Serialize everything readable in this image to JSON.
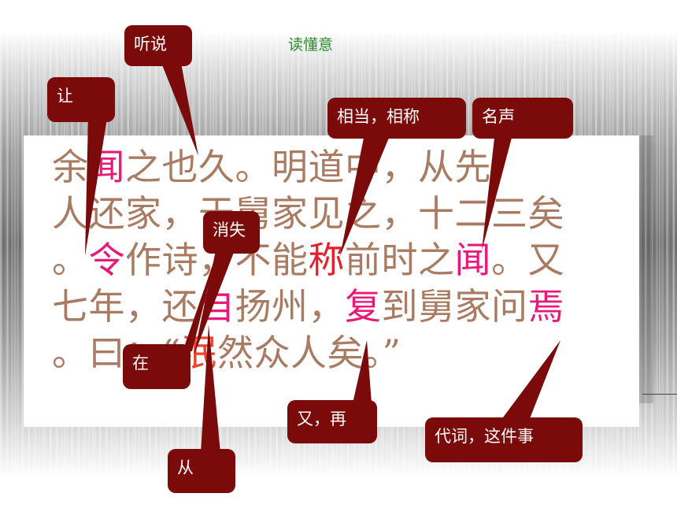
{
  "heading": "读懂意",
  "passage": {
    "line1": [
      {
        "t": "余",
        "c": ""
      },
      {
        "t": "闻",
        "c": "hl-pink"
      },
      {
        "t": "之也久。明道中，从先",
        "c": ""
      }
    ],
    "line2": [
      {
        "t": "人还家，于舅家见之，十二三矣",
        "c": ""
      }
    ],
    "line3": [
      {
        "t": "。",
        "c": ""
      },
      {
        "t": "令",
        "c": "hl-pink"
      },
      {
        "t": "作诗，不能",
        "c": ""
      },
      {
        "t": "称",
        "c": "hl-red"
      },
      {
        "t": "前时之",
        "c": ""
      },
      {
        "t": "闻",
        "c": "hl-pink"
      },
      {
        "t": "。又",
        "c": ""
      }
    ],
    "line4": [
      {
        "t": "七年，还",
        "c": ""
      },
      {
        "t": "自",
        "c": "hl-pink"
      },
      {
        "t": "扬州，",
        "c": ""
      },
      {
        "t": "复",
        "c": "hl-pink"
      },
      {
        "t": "到舅家问",
        "c": ""
      },
      {
        "t": "焉",
        "c": "hl-pink"
      }
    ],
    "line5": [
      {
        "t": "。曰：“",
        "c": ""
      },
      {
        "t": "泯",
        "c": "hl-orange"
      },
      {
        "t": "然众人矣。”",
        "c": ""
      }
    ]
  },
  "callouts": {
    "tingshuo": "听说",
    "rang": "让",
    "xiangdang": "相当，相称",
    "mingsheng": "名声",
    "xiaoshi": "消失",
    "zai": "在",
    "cong": "从",
    "youzai": "又，再",
    "daici": "代词，这件事"
  },
  "colors": {
    "callout_bg": "#7b0a0a",
    "passage_text": "#a87b62",
    "highlight_pink": "#e8197a",
    "highlight_red": "#e6202b",
    "heading_green": "#2e8a2e"
  }
}
